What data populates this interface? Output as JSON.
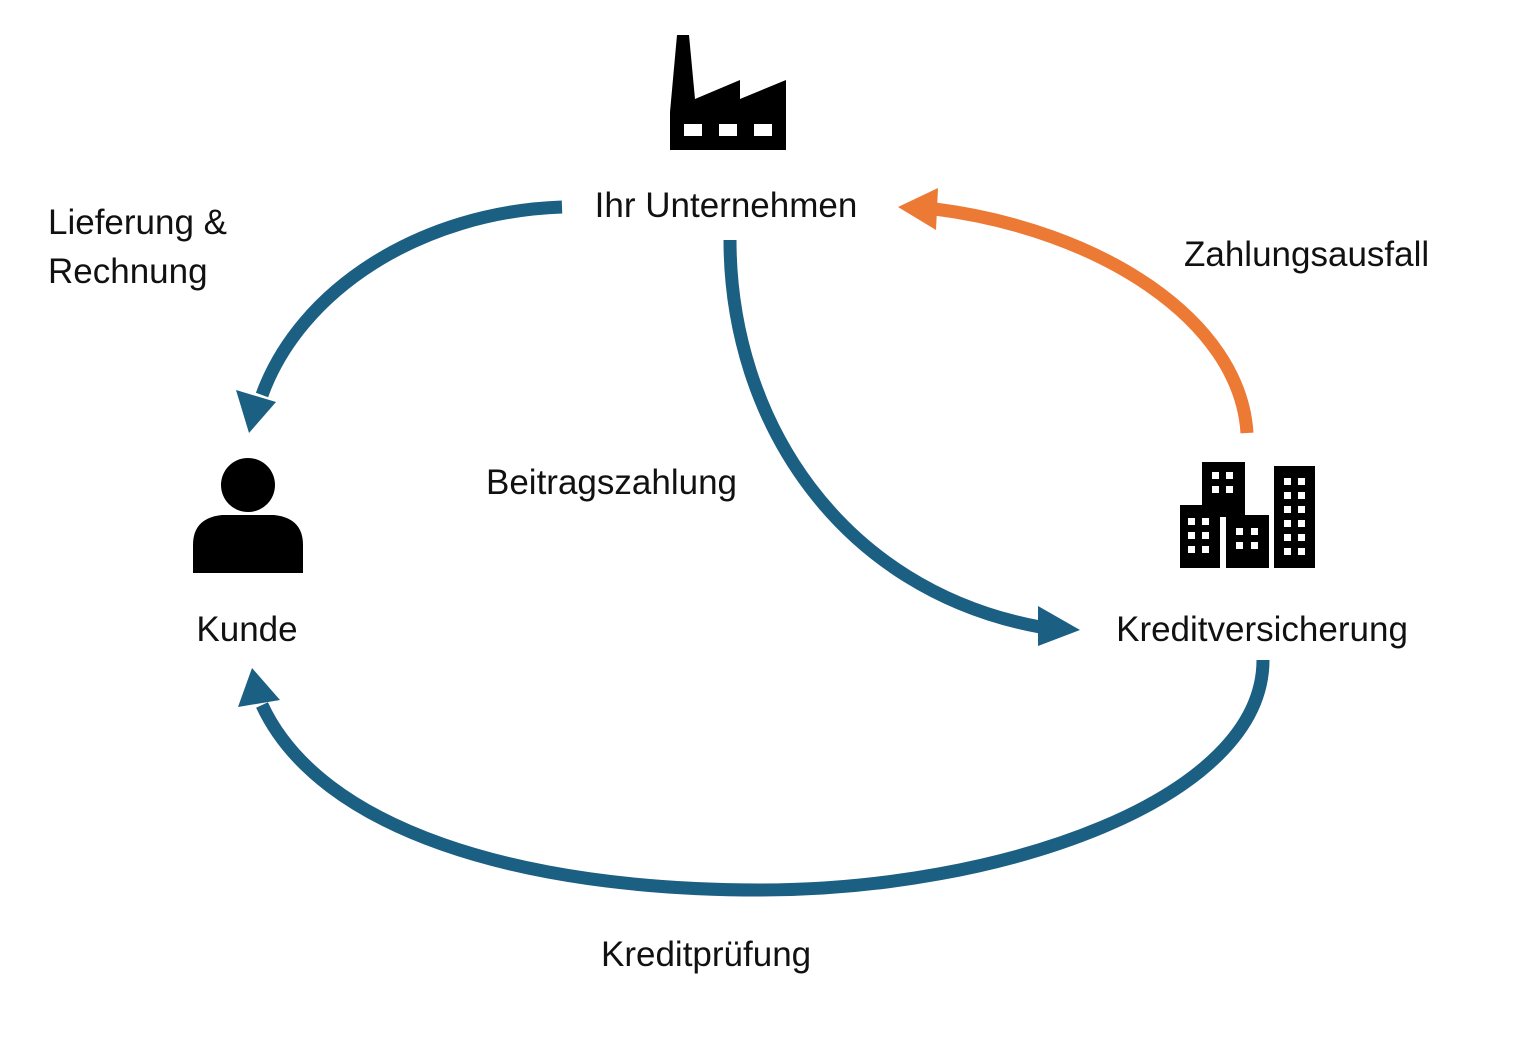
{
  "colors": {
    "flow_blue": "#1b5f83",
    "flow_orange": "#ec7a35",
    "icon": "#000000",
    "text": "#111111",
    "background": "#ffffff"
  },
  "nodes": {
    "company": {
      "label": "Ihr Unternehmen",
      "icon": "factory-icon"
    },
    "customer": {
      "label": "Kunde",
      "icon": "person-icon"
    },
    "insurer": {
      "label": "Kreditversicherung",
      "icon": "office-buildings-icon"
    }
  },
  "edges": {
    "delivery": {
      "label_line1": "Lieferung &",
      "label_line2": "Rechnung",
      "from": "company",
      "to": "customer",
      "color": "flow_blue"
    },
    "premium": {
      "label": "Beitragszahlung",
      "from": "company",
      "to": "insurer",
      "color": "flow_blue"
    },
    "credit_check": {
      "label": "Kreditprüfung",
      "from": "insurer",
      "to": "customer",
      "color": "flow_blue"
    },
    "default": {
      "label": "Zahlungsausfall",
      "from": "insurer",
      "to": "company",
      "color": "flow_orange"
    }
  }
}
